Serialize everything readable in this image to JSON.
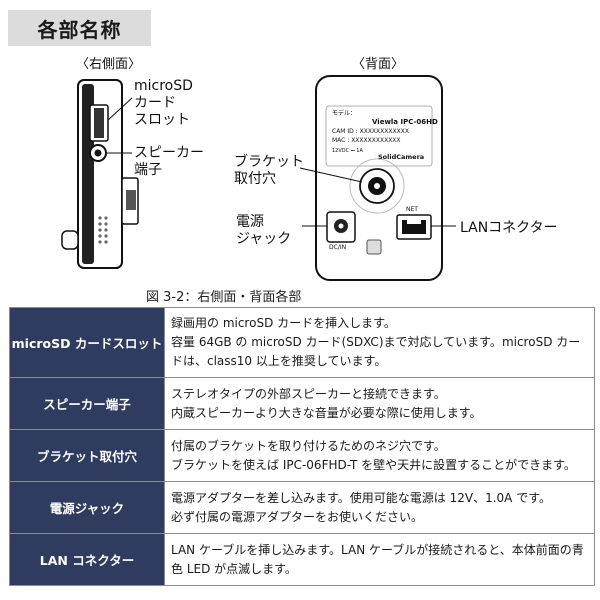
{
  "title": "各部名称",
  "views": {
    "right_side": "〈右側面〉",
    "back": "〈背面〉"
  },
  "callouts": {
    "microsd_slot": "microSD\nカード\nスロット",
    "speaker_port": "スピーカー\n端子",
    "bracket_hole": "ブラケット\n取付穴",
    "power_jack": "電源\nジャック",
    "lan_connector": "LANコネクター"
  },
  "device_label": {
    "model_prefix": "モデル：",
    "model_name": "Viewla IPC-06HD",
    "cam_id": "CAM ID : XXXXXXXXXXXX",
    "mac": "MAC : XXXXXXXXXXXX",
    "brand": "SolidCamera",
    "dc_in": "DC/IN",
    "net": "NET",
    "power_rating": "12VDC ⎓ 1A"
  },
  "caption": "図 3-2：右側面・背面各部",
  "table": {
    "rows": [
      {
        "name": "microSD カードスロット",
        "lines": [
          "録画用の microSD カードを挿入します。",
          "容量 64GB の microSD カード(SDXC)まで対応しています。microSD カー",
          "ドは、class10 以上を推奨しています。"
        ]
      },
      {
        "name": "スピーカー端子",
        "lines": [
          "ステレオタイプの外部スピーカーと接続できます。",
          "内蔵スピーカーより大きな音量が必要な際に使用します。"
        ]
      },
      {
        "name": "ブラケット取付穴",
        "lines": [
          "付属のブラケットを取り付けるためのネジ穴です。",
          "ブラケットを使えば IPC-06FHD-T を壁や天井に設置することができます。"
        ]
      },
      {
        "name": "電源ジャック",
        "lines": [
          "電源アダプターを差し込みます。使用可能な電源は 12V、1.0A です。",
          "必ず付属の電源アダプターをお使いください。"
        ]
      },
      {
        "name": "LAN コネクター",
        "lines": [
          "LAN ケーブルを挿し込みます。LAN ケーブルが接続されると、本体前面の青",
          "色 LED が点滅します。"
        ]
      }
    ]
  }
}
